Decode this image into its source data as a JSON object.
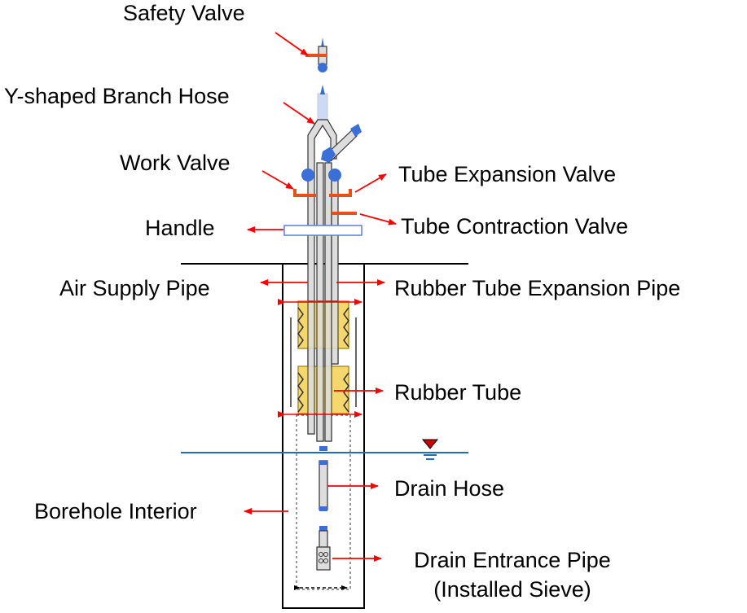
{
  "labels": {
    "safety_valve": "Safety Valve",
    "y_branch_hose": "Y-shaped Branch Hose",
    "work_valve": "Work Valve",
    "tube_expansion_valve": "Tube Expansion Valve",
    "handle": "Handle",
    "tube_contraction_valve": "Tube Contraction Valve",
    "air_supply_pipe": "Air Supply Pipe",
    "rubber_tube_expansion_pipe": "Rubber Tube Expansion Pipe",
    "rubber_tube": "Rubber Tube",
    "drain_hose": "Drain Hose",
    "borehole_interior": "Borehole Interior",
    "drain_entrance_pipe": "Drain Entrance Pipe",
    "installed_sieve": "(Installed Sieve)"
  },
  "colors": {
    "arrow": "#ff0000",
    "valve_handle": "#e8501a",
    "valve_body": "#3a6fd8",
    "rubber": "#f5d76e",
    "rubber_outline": "#b0902a",
    "water_line": "#1e6fb8",
    "water_marker": "#cc0000",
    "pipe": "#dddddd",
    "outline": "#333333",
    "handle_bar": "#5a7fd8"
  }
}
